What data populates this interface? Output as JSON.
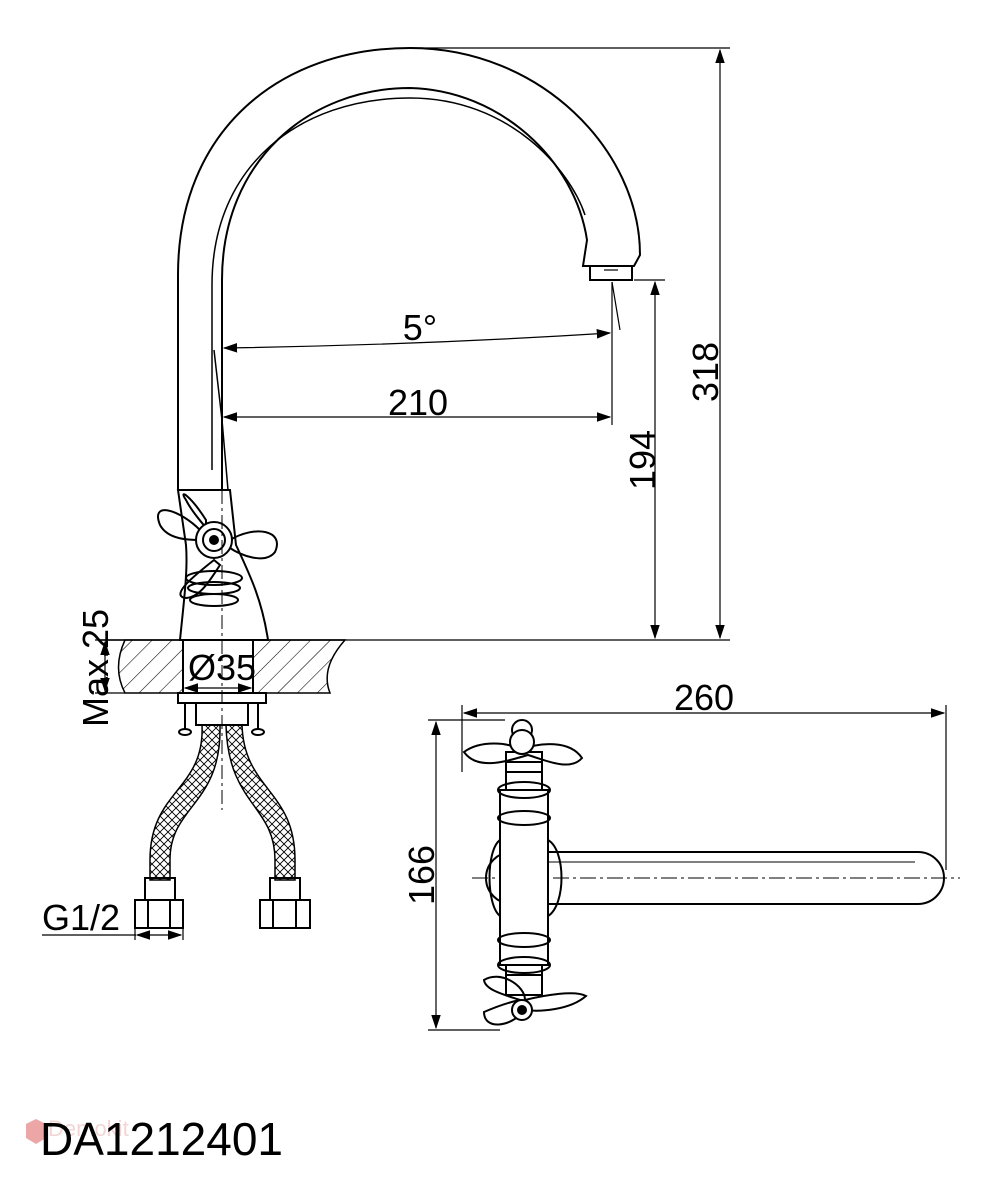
{
  "dimensions": {
    "angle": "5°",
    "reach": "210",
    "spout_height": "194",
    "total_height": "318",
    "max_thickness": "Max.25",
    "hole_diameter": "Ø35",
    "length_top_view": "260",
    "width_top_view": "166",
    "thread": "G1/2"
  },
  "watermark": "Demokit",
  "model_code": "DA1212401"
}
